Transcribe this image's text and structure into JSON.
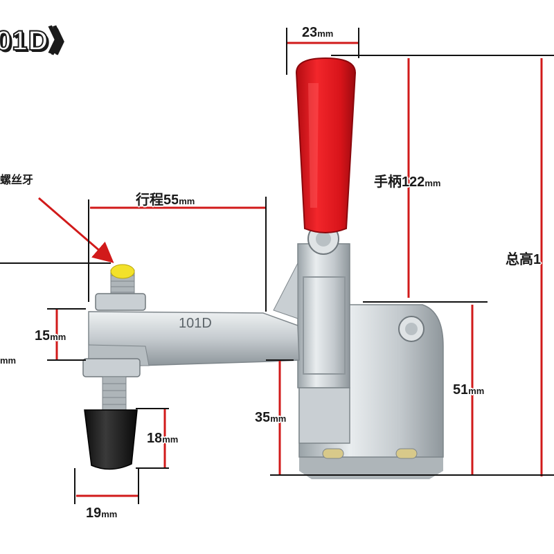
{
  "title": "01D》",
  "part_mark": "101D",
  "dimensions": {
    "handle_width": {
      "value": "23",
      "unit": "mm"
    },
    "handle_length": {
      "label": "手柄",
      "value": "122",
      "unit": "mm"
    },
    "stroke": {
      "label": "行程",
      "value": "55",
      "unit": "mm"
    },
    "total_height": {
      "label": "总高",
      "value": "1"
    },
    "bar_thickness": {
      "value": "15",
      "unit": "mm"
    },
    "left_height": {
      "value": "",
      "unit": "mm"
    },
    "base_height": {
      "value": "51",
      "unit": "mm"
    },
    "arm_height": {
      "value": "35",
      "unit": "mm"
    },
    "tip_height": {
      "value": "18",
      "unit": "mm"
    },
    "tip_width": {
      "value": "19",
      "unit": "mm"
    }
  },
  "thread_label": "螺丝牙",
  "colors": {
    "dim_line": "#d11a1a",
    "ref_line": "#111111",
    "handle": "#e0141a",
    "metal": "#c9cfd3",
    "rubber": "#1c1c1c",
    "thread_tip": "#f2e12a"
  }
}
